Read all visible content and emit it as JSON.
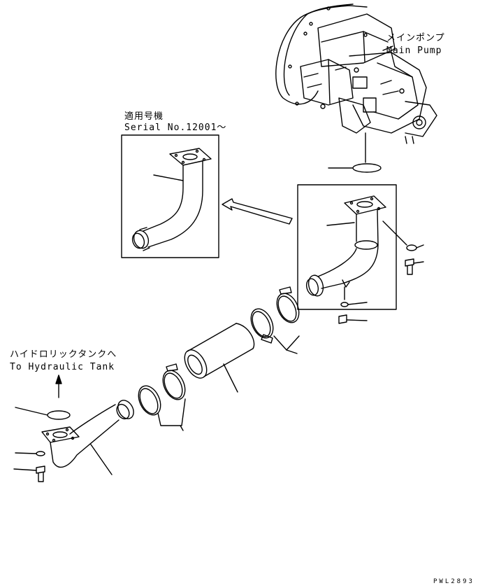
{
  "labels": {
    "main_pump_jp": "メインポンプ",
    "main_pump_en": "Main Pump",
    "serial_jp": "適用号機",
    "serial_en": "Serial No.12001～",
    "tank_jp": "ハイドロリックタンクへ",
    "tank_en": "To Hydraulic Tank"
  },
  "drawing_code": "PWL2893"
}
